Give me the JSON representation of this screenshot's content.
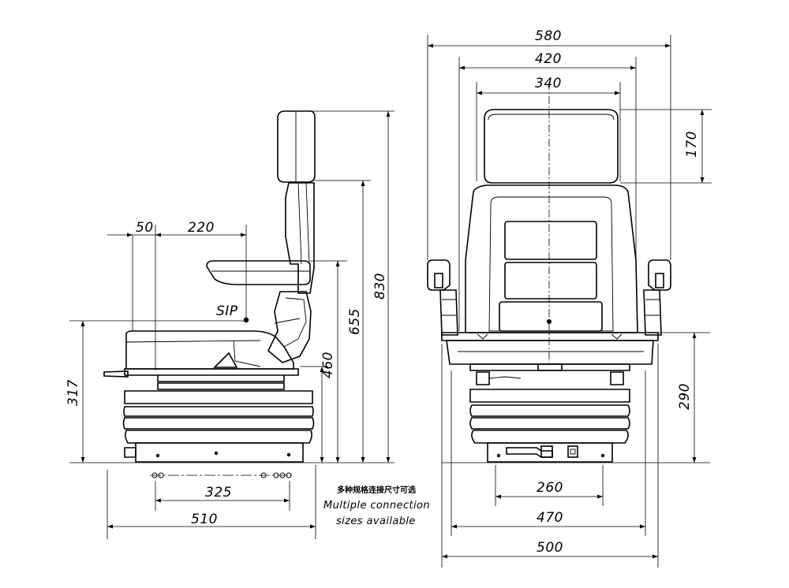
{
  "side_view": {
    "dims": {
      "armrest_offset": "50",
      "sip_to_back": "220",
      "sip_label": "SIP",
      "sip_height": "317",
      "seat_height": "460",
      "armrest_height": "655",
      "overall_height": "830",
      "mount_spacing": "325",
      "depth": "510"
    }
  },
  "front_view": {
    "dims": {
      "armrest_width": "580",
      "back_width": "420",
      "headrest_width": "340",
      "headrest_height": "170",
      "suspension_height": "290",
      "mount_spacing": "260",
      "seat_width": "470",
      "base_width": "500"
    }
  },
  "note": {
    "chinese": "多种规格连接尺寸可选",
    "english_line1": "Multiple connection",
    "english_line2": "sizes available"
  }
}
